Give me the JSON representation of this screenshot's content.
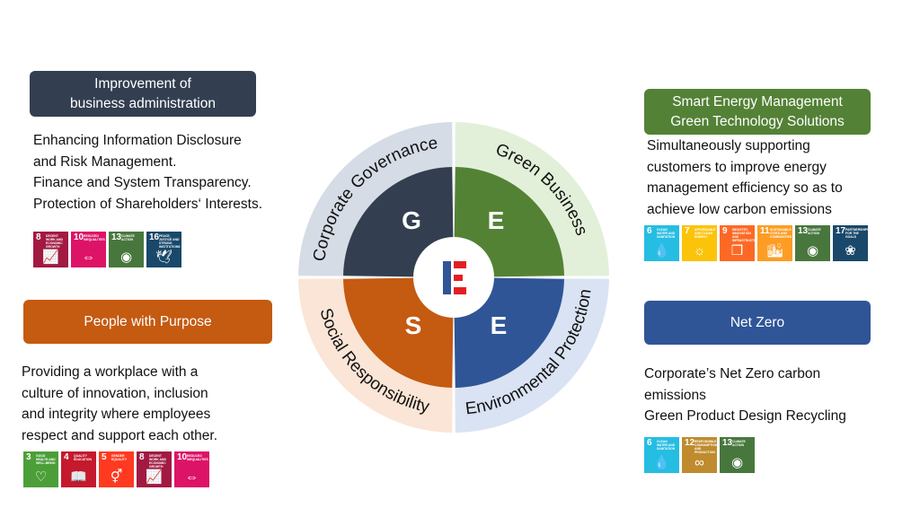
{
  "left_top": {
    "header_lines": [
      "Improvement of",
      "business administration"
    ],
    "header_color": "#333f50",
    "text_lines": [
      "Enhancing Information Disclosure",
      "and Risk Management.",
      "Finance and System Transparency.",
      "Protection of Shareholders‘ Interests."
    ],
    "sdgs": [
      {
        "num": "8",
        "label": "Decent work and economic growth",
        "color": "#a21942",
        "icon": "chart-up-icon",
        "glyph": "📈"
      },
      {
        "num": "10",
        "label": "Reduced inequalities",
        "color": "#dd1367",
        "icon": "equality-icon",
        "glyph": "⇔"
      },
      {
        "num": "13",
        "label": "Climate action",
        "color": "#48773e",
        "icon": "eye-icon",
        "glyph": "◉"
      },
      {
        "num": "16",
        "label": "Peace, justice and strong institutions",
        "color": "#19486a",
        "icon": "dove-icon",
        "glyph": "🕊"
      }
    ]
  },
  "left_bottom": {
    "header_lines": [
      "People with Purpose"
    ],
    "header_color": "#c55a11",
    "text_lines": [
      "Providing a workplace with a",
      "culture of innovation, inclusion",
      "and integrity where employees",
      "respect and support each other."
    ],
    "sdgs": [
      {
        "num": "3",
        "label": "Good health and well-being",
        "color": "#4c9f38",
        "icon": "heartbeat-icon",
        "glyph": "♡"
      },
      {
        "num": "4",
        "label": "Quality education",
        "color": "#c5192d",
        "icon": "book-icon",
        "glyph": "📖"
      },
      {
        "num": "5",
        "label": "Gender equality",
        "color": "#ff3a21",
        "icon": "gender-icon",
        "glyph": "⚥"
      },
      {
        "num": "8",
        "label": "Decent work and economic growth",
        "color": "#a21942",
        "icon": "chart-up-icon",
        "glyph": "📈"
      },
      {
        "num": "10",
        "label": "Reduced inequalities",
        "color": "#dd1367",
        "icon": "equality-icon",
        "glyph": "⇔"
      }
    ]
  },
  "right_top": {
    "header_lines": [
      "Smart Energy Management",
      "Green Technology Solutions"
    ],
    "header_color": "#538135",
    "text_lines": [
      "Simultaneously supporting",
      "customers to improve energy",
      "management efficiency so as to",
      "achieve low carbon emissions"
    ],
    "sdgs": [
      {
        "num": "6",
        "label": "Clean water and sanitation",
        "color": "#26bde2",
        "icon": "water-drop-icon",
        "glyph": "💧"
      },
      {
        "num": "7",
        "label": "Affordable and clean energy",
        "color": "#fcc30b",
        "icon": "sun-icon",
        "glyph": "☼"
      },
      {
        "num": "9",
        "label": "Industry, innovation and infrastructure",
        "color": "#fd6925",
        "icon": "cubes-icon",
        "glyph": "❒"
      },
      {
        "num": "11",
        "label": "Sustainable cities and communities",
        "color": "#fd9d24",
        "icon": "city-icon",
        "glyph": "🏙"
      },
      {
        "num": "13",
        "label": "Climate action",
        "color": "#48773e",
        "icon": "eye-icon",
        "glyph": "◉"
      },
      {
        "num": "17",
        "label": "Partnerships for the goals",
        "color": "#19486a",
        "icon": "flower-icon",
        "glyph": "❀"
      }
    ]
  },
  "right_bottom": {
    "header_lines": [
      "Net Zero"
    ],
    "header_color": "#2f5597",
    "text_lines": [
      "Corporate’s Net Zero carbon",
      "emissions",
      "Green Product Design Recycling"
    ],
    "sdgs": [
      {
        "num": "6",
        "label": "Clean water and sanitation",
        "color": "#26bde2",
        "icon": "water-drop-icon",
        "glyph": "💧"
      },
      {
        "num": "12",
        "label": "Responsible consumption and production",
        "color": "#bf8b2e",
        "icon": "infinity-icon",
        "glyph": "∞"
      },
      {
        "num": "13",
        "label": "Climate action",
        "color": "#48773e",
        "icon": "eye-icon",
        "glyph": "◉"
      }
    ]
  },
  "wheel": {
    "segments": [
      {
        "letter": "G",
        "label": "Corporate Governance",
        "inner_color": "#333f50",
        "ring_color": "#d6dce5"
      },
      {
        "letter": "E",
        "label": "Green Business",
        "inner_color": "#548235",
        "ring_color": "#e2f0d9"
      },
      {
        "letter": "E",
        "label": "Environmental Protection",
        "inner_color": "#2f5597",
        "ring_color": "#dae3f3"
      },
      {
        "letter": "S",
        "label": "Social Responsibility",
        "inner_color": "#c55a11",
        "ring_color": "#fbe5d6"
      }
    ],
    "logo_colors": {
      "bar": "#2f5597",
      "accent": "#e31e24"
    }
  }
}
